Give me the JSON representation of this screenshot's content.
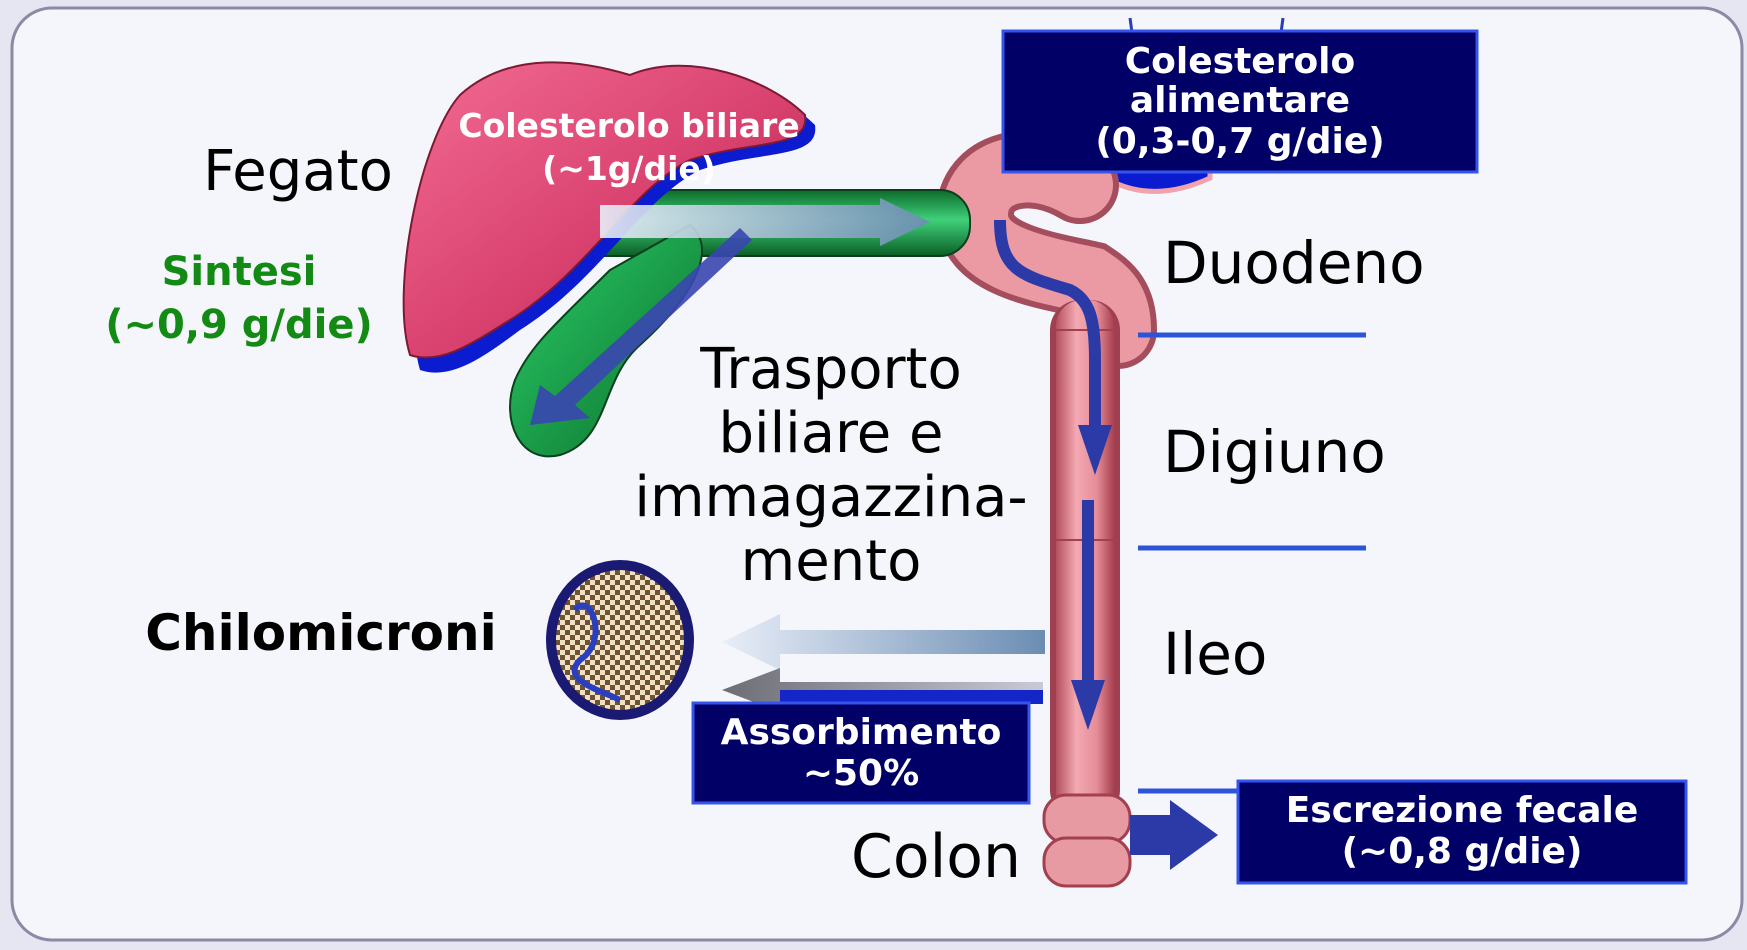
{
  "labels": {
    "fegato": "Fegato",
    "sintesi_1": "Sintesi",
    "sintesi_2": "(~0,9 g/die)",
    "colesterolo_biliare_1": "Colesterolo biliare",
    "colesterolo_biliare_2": "(~1g/die)",
    "trasporto_1": "Trasporto",
    "trasporto_2": "biliare e",
    "trasporto_3": "immagazzina-",
    "trasporto_4": "mento",
    "chilomicroni": "Chilomicroni",
    "duodeno": "Duodeno",
    "digiuno": "Digiuno",
    "ileo": "Ileo",
    "colon": "Colon"
  },
  "boxes": {
    "alimentare_1": "Colesterolo",
    "alimentare_2": "alimentare",
    "alimentare_3": "(0,3-0,7 g/die)",
    "assorbimento_1": "Assorbimento",
    "assorbimento_2": "~50%",
    "escrezione_1": "Escrezione fecale",
    "escrezione_2": "(~0,8 g/die)"
  },
  "colors": {
    "navy_box": "#000066",
    "box_border": "#3355ee",
    "label_green": "#138a13",
    "intestine": "#e89aa3",
    "liver": "#e0507a",
    "bile_duct": "#1e9e48",
    "flow_arrow": "#2c3aa8"
  }
}
